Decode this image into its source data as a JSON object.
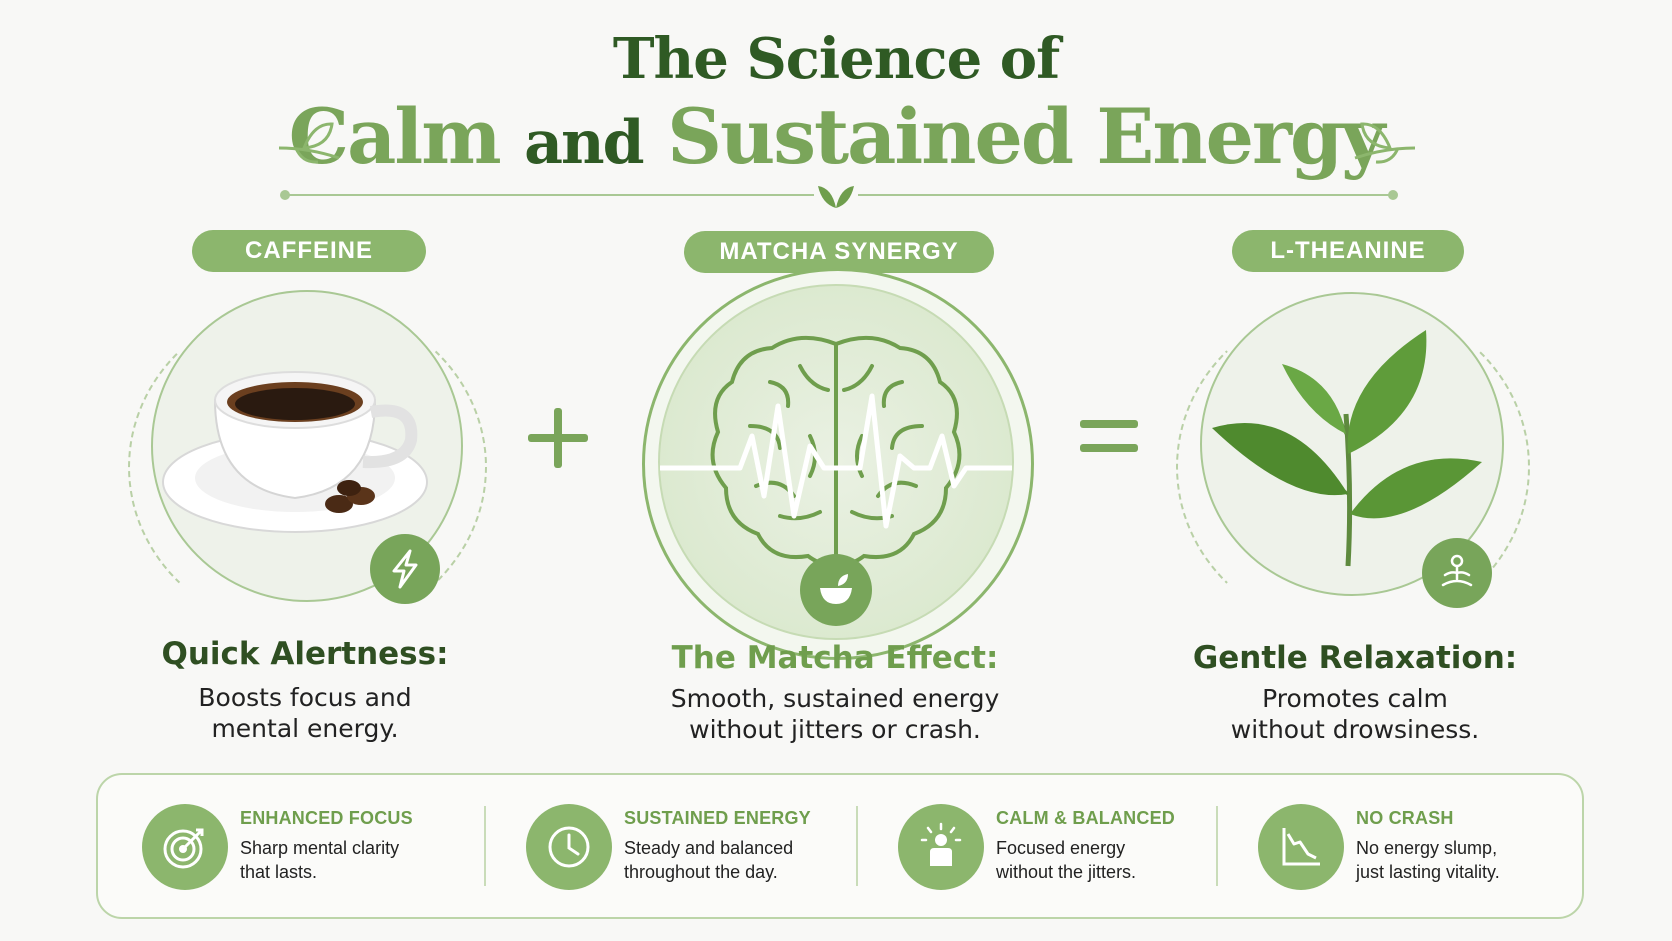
{
  "title": {
    "line1": "The Science of",
    "calm": "Calm",
    "and": "and",
    "energy": "Sustained Energy"
  },
  "columns": [
    {
      "label": "CAFFEINE",
      "heading": "Quick Alertness:",
      "desc1": "Boosts focus and",
      "desc2": "mental energy.",
      "badge_icon": "lightning-icon"
    },
    {
      "label": "MATCHA SYNERGY",
      "heading": "The Matcha Effect:",
      "desc1": "Smooth, sustained energy",
      "desc2": "without jitters or crash.",
      "badge_icon": "matcha-bowl-icon"
    },
    {
      "label": "L-THEANINE",
      "heading": "Gentle Relaxation:",
      "desc1": "Promotes calm",
      "desc2": "without drowsiness.",
      "badge_icon": "meditation-icon"
    }
  ],
  "operators": {
    "plus": "+",
    "equals": "="
  },
  "features": [
    {
      "title": "ENHANCED FOCUS",
      "line1": "Sharp mental clarity",
      "line2": "that lasts.",
      "icon": "target-icon"
    },
    {
      "title": "SUSTAINED ENERGY",
      "line1": "Steady and balanced",
      "line2": "throughout the day.",
      "icon": "clock-icon"
    },
    {
      "title": "CALM & BALANCED",
      "line1": "Focused energy",
      "line2": "without the jitters.",
      "icon": "person-calm-icon"
    },
    {
      "title": "NO CRASH",
      "line1": "No energy slump,",
      "line2": "just lasting vitality.",
      "icon": "declining-chart-icon"
    }
  ],
  "colors": {
    "primary_green": "#8cb66d",
    "dark_green": "#2f5a24",
    "accent_green": "#7aa55a",
    "background": "#f8f8f6"
  }
}
